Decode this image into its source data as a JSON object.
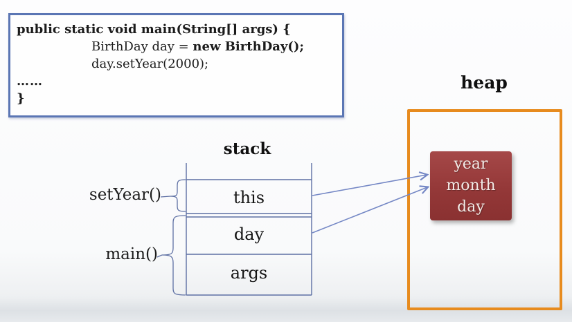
{
  "colors": {
    "code_box_border": "#5b76b4",
    "diagram_line": "#5d6fa3",
    "arrow": "#7487c5",
    "heap_border": "#e78b1e",
    "object_fill_top": "#a54848",
    "object_fill_bottom": "#8a3131",
    "object_text": "#f2eae6",
    "text": "#1b1b1b"
  },
  "code_box": {
    "line1": "public static void main(String[] args) {",
    "line2_normal": "BirthDay day = ",
    "line2_bold": "new BirthDay();",
    "line3": "day.setYear(2000);",
    "line4": "……",
    "line5": "}"
  },
  "stack": {
    "title": "stack",
    "frames": [
      {
        "label": "setYear()",
        "cells": [
          "this"
        ]
      },
      {
        "label": "main()",
        "cells": [
          "day",
          "args"
        ]
      }
    ],
    "cells": [
      "this",
      "day",
      "args"
    ]
  },
  "heap": {
    "title": "heap",
    "object_fields": [
      "year",
      "month",
      "day"
    ]
  }
}
